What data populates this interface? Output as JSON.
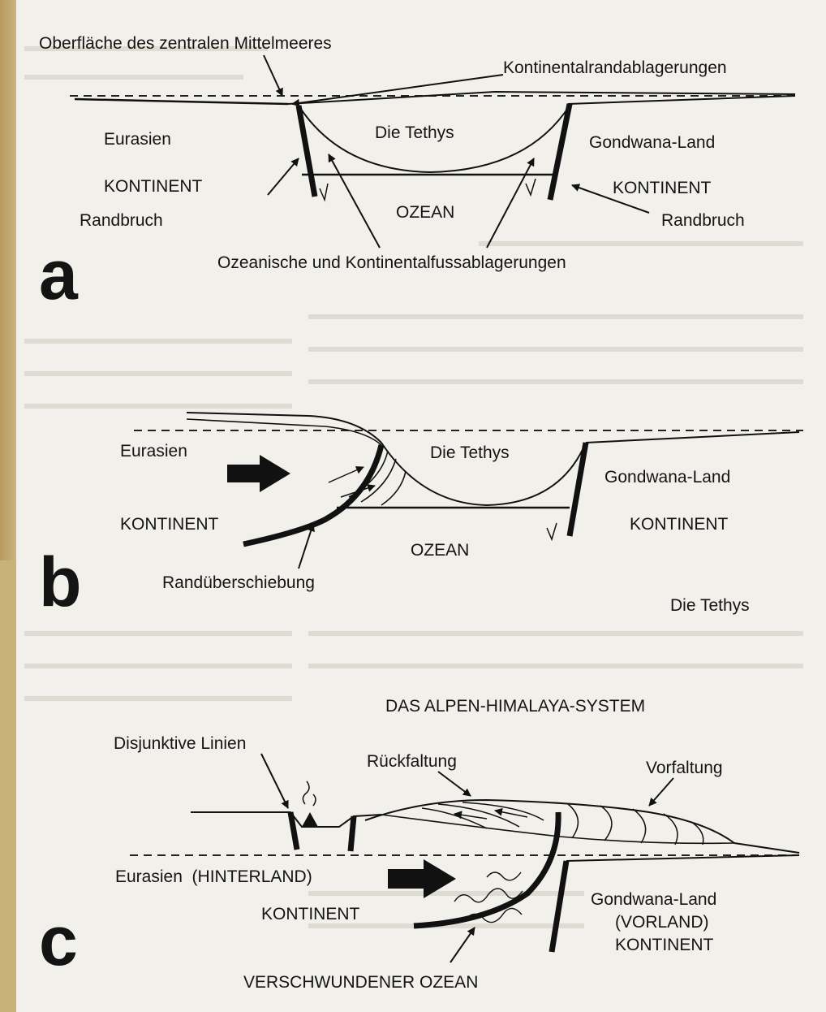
{
  "panel_a": {
    "letter": "a",
    "surface_label": "Oberfläche des zentralen Mittelmeeres",
    "margin_deposits_label": "Kontinentalrandablagerungen",
    "left_region": "Eurasien",
    "left_kontinent": "KONTINENT",
    "left_randbruch": "Randbruch",
    "sea_label": "Die Tethys",
    "ocean_label": "OZEAN",
    "right_region": "Gondwana-Land",
    "right_kontinent": "KONTINENT",
    "right_randbruch": "Randbruch",
    "deposits_label": "Ozeanische und Kontinentalfussablagerungen"
  },
  "panel_b": {
    "letter": "b",
    "left_region": "Eurasien",
    "left_kontinent": "KONTINENT",
    "sea_label": "Die Tethys",
    "ocean_label": "OZEAN",
    "right_region": "Gondwana-Land",
    "right_kontinent": "KONTINENT",
    "thrust_label": "Randüberschiebung",
    "extra_label": "Die Tethys"
  },
  "panel_c": {
    "letter": "c",
    "system_title": "DAS ALPEN-HIMALAYA-SYSTEM",
    "disjunctive_label": "Disjunktive Linien",
    "backfold_label": "Rückfaltung",
    "forefold_label": "Vorfaltung",
    "left_region": "Eurasien  (HINTERLAND)",
    "left_kontinent": "KONTINENT",
    "right_region": "Gondwana-Land",
    "right_vorland": "(VORLAND)",
    "right_kontinent": "KONTINENT",
    "vanished_ocean": "VERSCHWUNDENER OZEAN"
  }
}
